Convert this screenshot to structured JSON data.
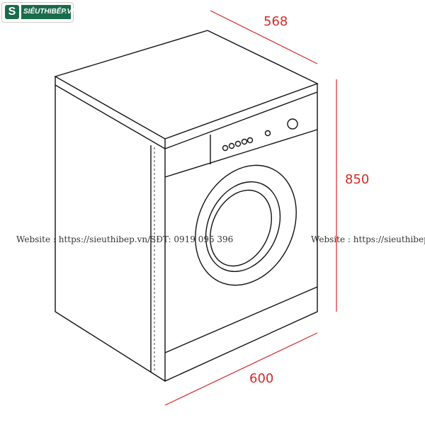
{
  "logo": {
    "text": "SIÊUTHIBẾP.VN",
    "mark": "S",
    "color": "#1a6b4c"
  },
  "dimensions": {
    "depth": "568",
    "height": "850",
    "width": "600",
    "color": "#d42a2a"
  },
  "watermark": {
    "left": "Website : https://sieuthibep.vn/",
    "phone": "SĐT: 0919 095 396",
    "right": "Website : https://sieuthibep."
  }
}
